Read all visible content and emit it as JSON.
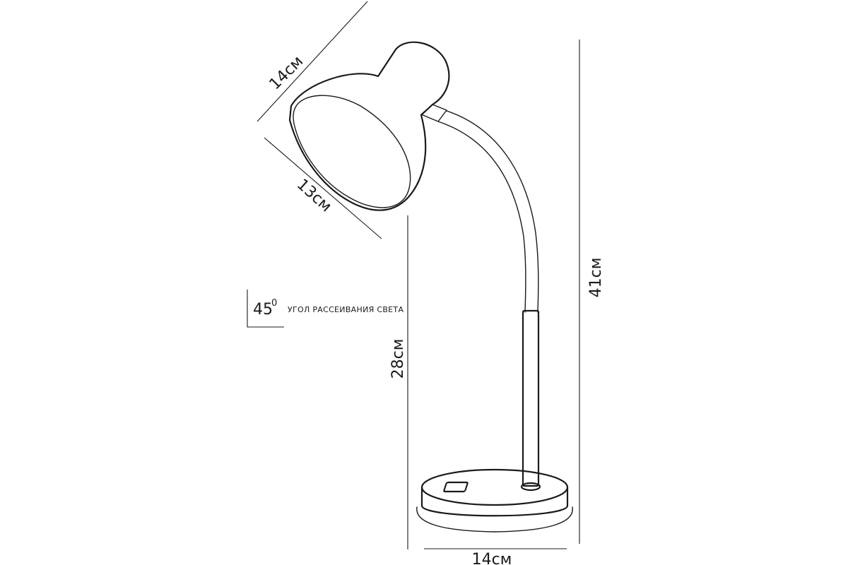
{
  "dimensions": {
    "shade_length": "14см",
    "shade_diameter": "13см",
    "total_height": "41см",
    "stem_height": "28см",
    "base_diameter": "14см"
  },
  "angle": {
    "value": "45",
    "degree_mark": "0",
    "caption": "УГОЛ РАССЕИВАНИЯ СВЕТА"
  },
  "colors": {
    "line": "#1a1a1a",
    "background": "#ffffff"
  }
}
